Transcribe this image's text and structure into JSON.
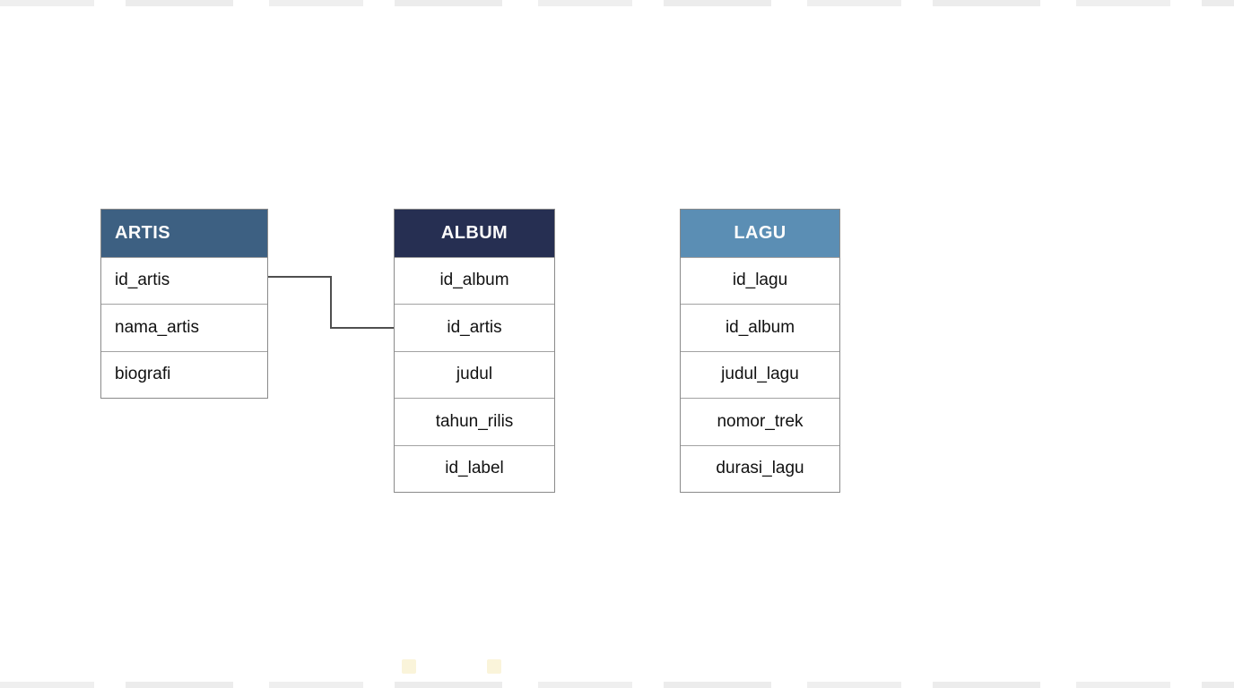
{
  "page": {
    "background_color": "#ffffff",
    "kind": "entity-relationship-diagram"
  },
  "diagram": {
    "connector_color": "#4f4f4f",
    "border_color": "#8a8a8a",
    "row_divider_color": "#a2a2a2",
    "entities": [
      {
        "name": "ARTIS",
        "header_color": "#3d6082",
        "fields": [
          "id_artis",
          "nama_artis",
          "biografi"
        ]
      },
      {
        "name": "ALBUM",
        "header_color": "#262f52",
        "fields": [
          "id_album",
          "id_artis",
          "judul",
          "tahun_rilis",
          "id_label"
        ]
      },
      {
        "name": "LAGU",
        "header_color": "#5b8eb4",
        "fields": [
          "id_lagu",
          "id_album",
          "judul_lagu",
          "nomor_trek",
          "durasi_lagu"
        ]
      }
    ],
    "relationships": [
      {
        "from": "ARTIS.id_artis",
        "to": "ALBUM.id_artis"
      }
    ]
  }
}
